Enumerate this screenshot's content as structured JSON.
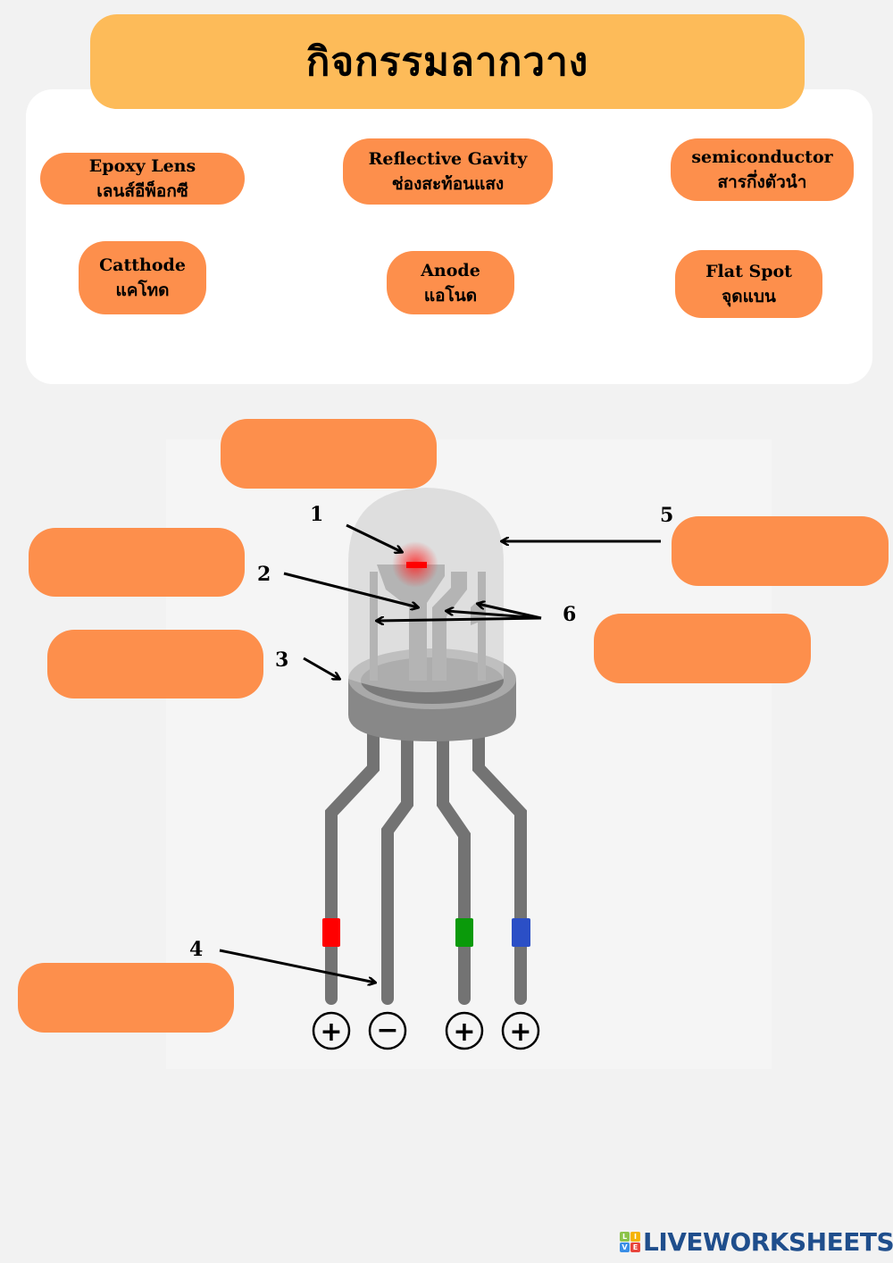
{
  "header": {
    "title": "กิจกรรมลากวาง"
  },
  "word_bank": [
    {
      "en": "Epoxy Lens",
      "th": "เลนส์อีพ็อกซี"
    },
    {
      "en": "Reflective Gavity",
      "th": "ช่องสะท้อนแสง"
    },
    {
      "en": "semiconductor",
      "th": "สารกึ่งตัวนำ"
    },
    {
      "en": "Catthode",
      "th": "แคโทด"
    },
    {
      "en": "Anode",
      "th": "แอโนด"
    },
    {
      "en": "Flat Spot",
      "th": "จุดแบน"
    }
  ],
  "diagram": {
    "labels": [
      "1",
      "2",
      "3",
      "4",
      "5",
      "6"
    ],
    "pin_symbols": [
      "+",
      "−",
      "+",
      "+"
    ],
    "pin_colors": [
      "#ff0000",
      "#6e6e6e",
      "#0a9a0a",
      "#2b4fc6"
    ],
    "chip_color": "#ff0000"
  },
  "colors": {
    "title_bg": "#fdbb59",
    "chip_bg": "#fd8f4c"
  },
  "footer": {
    "logo_text": "LIVEWORKSHEETS",
    "logo_letters": [
      "L",
      "I",
      "V",
      "E"
    ]
  }
}
